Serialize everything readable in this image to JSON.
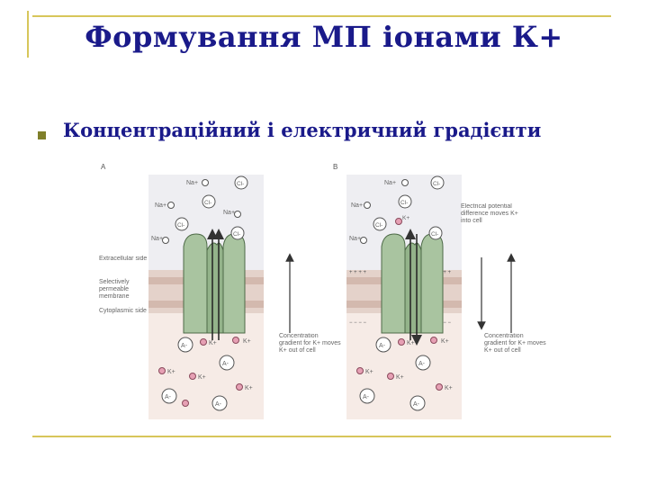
{
  "slide": {
    "title": "Формування МП іонами К+",
    "bullets": [
      {
        "text": "Концентраційний і електричний градієнти"
      }
    ]
  },
  "figure": {
    "panel_a": {
      "letter": "A",
      "ions_out": [
        "Na+",
        "Cl-",
        "Na+",
        "Cl-",
        "Na+",
        "Cl-",
        "Na+",
        "Cl-"
      ],
      "ions_in": [
        "A-",
        "K+",
        "K+",
        "K+",
        "K+",
        "A-",
        "K+",
        "A-",
        "A-",
        "K+"
      ],
      "side_labels": {
        "extracellular": "Extracellular side",
        "membrane": "Selectively permeable membrane",
        "cytoplasmic": "Cytoplasmic side"
      },
      "arrow_label": "Concentration gradient for K+ moves K+ out of cell"
    },
    "panel_b": {
      "letter": "B",
      "ions_out": [
        "Na+",
        "Cl-",
        "Na+",
        "Cl-",
        "Cl-",
        "K+",
        "Na+",
        "Cl-"
      ],
      "ions_in": [
        "A-",
        "K+",
        "K+",
        "K+",
        "K+",
        "A-",
        "A-",
        "A-",
        "K+"
      ],
      "membrane_charges": {
        "outside": "+ + + +",
        "inside": "− − − −"
      },
      "electrical_label": "Electrical potential difference moves K+ into cell",
      "arrow_label": "Concentration gradient for K+ moves K+ out of cell"
    },
    "colors": {
      "extracellular_bg": "#eeeef2",
      "cytoplasm_bg": "#f6ebe6",
      "membrane": "#e4d2ca",
      "membrane_band": "#d3b9ae",
      "channel": "#a9c4a0",
      "channel_stroke": "#4d6a47",
      "k_ion": "#e6a0b4",
      "label_gray": "#666666"
    }
  }
}
